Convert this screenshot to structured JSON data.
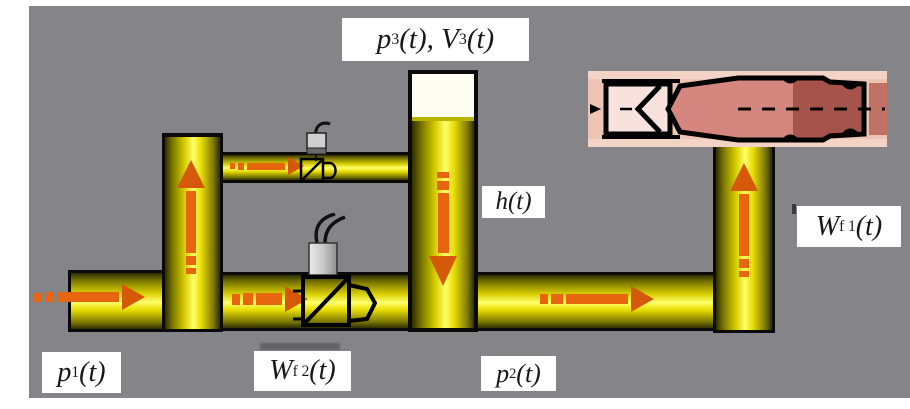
{
  "diagram": {
    "description": "fuel-feed piping schematic with tank, valves and rocket engine",
    "labels": {
      "tank_pressure_volume": {
        "lead1": "p",
        "sub1": "3",
        "mid": "(t)",
        "separator": ", ",
        "lead2": "V",
        "sub2": "3",
        "tail": "(t)"
      },
      "level": {
        "lead": "h",
        "tail": "(t)"
      },
      "fuel_flow_1": {
        "lead": "W",
        "sub": "f 1",
        "tail": "(t)"
      },
      "inlet_pressure": {
        "lead": "p",
        "sub": "1",
        "tail": "(t)"
      },
      "fuel_flow_2": {
        "lead": "W",
        "sub": "f 2",
        "tail": "(t)"
      },
      "outlet_pressure": {
        "lead": "p",
        "sub": "2",
        "tail": "(t)"
      }
    },
    "icons": {
      "flow_arrow": "orange-flow-arrow",
      "control_valve_small": "butterfly-control-valve-with-actuator",
      "control_valve_large": "butterfly-control-valve-with-actuator",
      "rocket_engine": "rocket-engine-cross-section"
    },
    "colors": {
      "background": "#858589",
      "page_margin": "#ffffff",
      "pipe_core": "#ffff6a",
      "pipe_mid": "#d8cf00",
      "pipe_edge": "#2e2e00",
      "outline": "#0a0a0a",
      "flow_arrow": "#e8650f",
      "flow_arrow_head": "#d4590b",
      "tank_gas": "#fdfdf2",
      "liquid_surface": "#b9b400",
      "label_bg": "#ffffff",
      "label_text": "#171717",
      "rocket_bg": "#eec4b4",
      "rocket_inlet": "#f7e2dd",
      "rocket_body": "#d5867e",
      "rocket_aft": "#a6534b",
      "valve_actuator": "#c9c9c9"
    }
  }
}
